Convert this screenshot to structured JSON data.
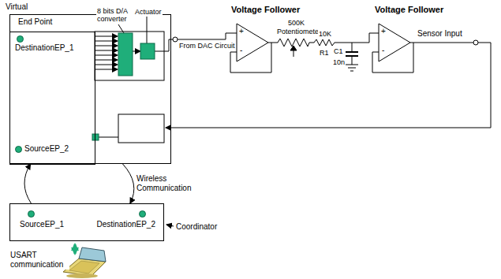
{
  "diagram": {
    "nodes": [
      {
        "text": [
          "Virtual",
          "End Point"
        ]
      },
      {
        "text": [
          "DestinationEP_1",
          "SourceEP_2"
        ],
        "in": 0
      },
      {
        "text": [
          "SourceEP_1",
          "DestinationEP_2"
        ]
      }
    ],
    "edges": [
      {
        "from": 0,
        "to": 2,
        "arrow": "to"
      },
      {
        "from": 2,
        "to": 0,
        "arrow": "to"
      }
    ],
    "labels": [
      "8 bits D/A converter",
      "Actuator",
      "From DAC Circuit",
      "Voltage Follower",
      "500K",
      "Potentiometer",
      "10K",
      "R1",
      "C1",
      "10n",
      "Voltage Follower",
      "Sensor Input",
      "Wireless Communication",
      "Coordinator",
      "USART communication",
      "+",
      "-",
      "+",
      "-"
    ]
  }
}
